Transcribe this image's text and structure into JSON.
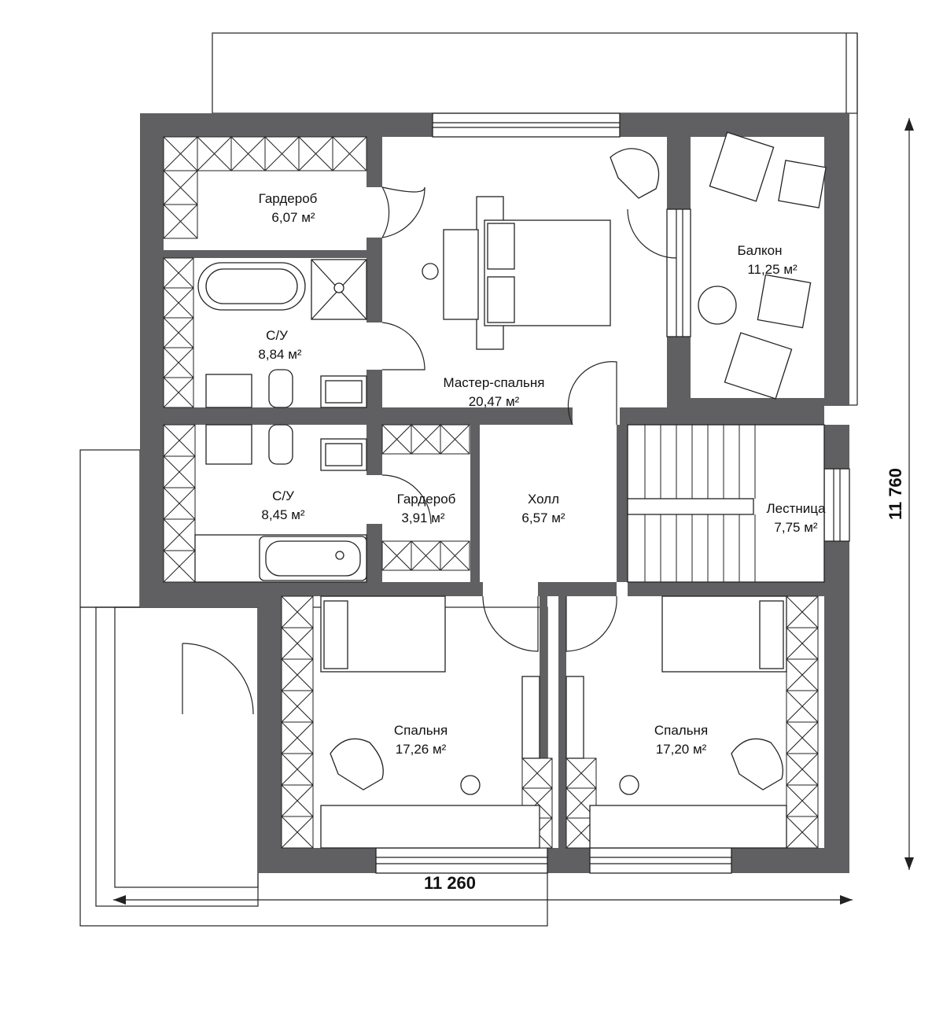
{
  "rooms": {
    "wardrobe1": {
      "name": "Гардероб",
      "area": "6,07 м²"
    },
    "bath1": {
      "name": "С/У",
      "area": "8,84 м²"
    },
    "master": {
      "name": "Мастер-спальня",
      "area": "20,47 м²"
    },
    "balcony": {
      "name": "Балкон",
      "area": "11,25 м²"
    },
    "bath2": {
      "name": "С/У",
      "area": "8,45 м²"
    },
    "wardrobe2": {
      "name": "Гардероб",
      "area": "3,91 м²"
    },
    "hall": {
      "name": "Холл",
      "area": "6,57 м²"
    },
    "stairs": {
      "name": "Лестница",
      "area": "7,75 м²"
    },
    "bedroom1": {
      "name": "Спальня",
      "area": "17,26 м²"
    },
    "bedroom2": {
      "name": "Спальня",
      "area": "17,20 м²"
    }
  },
  "dimensions": {
    "width": "11 260",
    "height": "11 760"
  },
  "colors": {
    "wall": "#606062",
    "line": "#222222",
    "background": "#ffffff"
  }
}
